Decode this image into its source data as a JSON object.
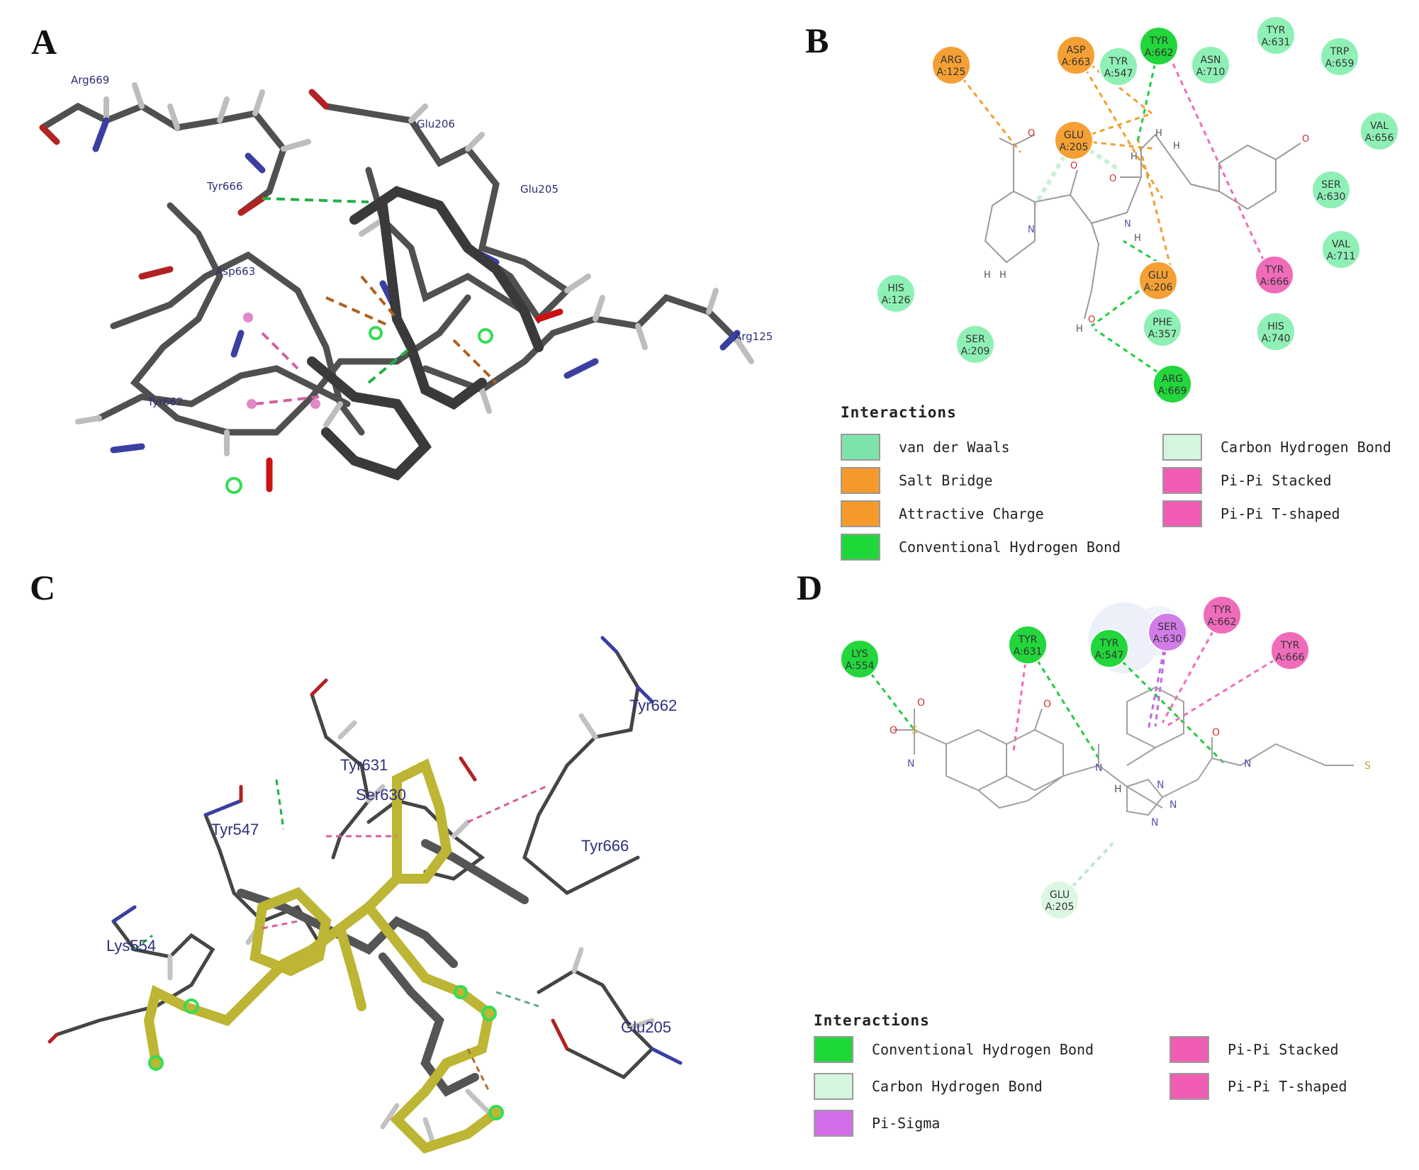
{
  "panels": {
    "a": {
      "letter": "A",
      "residues": [
        "Arg669",
        "Glu206",
        "Tyr666",
        "Glu205",
        "Asp663",
        "Arg125",
        "Tyr662"
      ]
    },
    "b": {
      "letter": "B",
      "nodes": [
        {
          "id": "arg125",
          "line1": "ARG",
          "line2": "A:125",
          "type": "salt-bridge"
        },
        {
          "id": "asp663",
          "line1": "ASP",
          "line2": "A:663",
          "type": "salt-bridge"
        },
        {
          "id": "tyr547",
          "line1": "TYR",
          "line2": "A:547",
          "type": "vdw"
        },
        {
          "id": "tyr662",
          "line1": "TYR",
          "line2": "A:662",
          "type": "hbond"
        },
        {
          "id": "asn710",
          "line1": "ASN",
          "line2": "A:710",
          "type": "vdw"
        },
        {
          "id": "tyr631",
          "line1": "TYR",
          "line2": "A:631",
          "type": "vdw"
        },
        {
          "id": "trp659",
          "line1": "TRP",
          "line2": "A:659",
          "type": "vdw"
        },
        {
          "id": "glu205",
          "line1": "GLU",
          "line2": "A:205",
          "type": "salt-bridge"
        },
        {
          "id": "val656",
          "line1": "VAL",
          "line2": "A:656",
          "type": "vdw"
        },
        {
          "id": "ser630",
          "line1": "SER",
          "line2": "A:630",
          "type": "vdw"
        },
        {
          "id": "val711",
          "line1": "VAL",
          "line2": "A:711",
          "type": "vdw"
        },
        {
          "id": "his126",
          "line1": "HIS",
          "line2": "A:126",
          "type": "vdw"
        },
        {
          "id": "glu206",
          "line1": "GLU",
          "line2": "A:206",
          "type": "salt-bridge"
        },
        {
          "id": "tyr666",
          "line1": "TYR",
          "line2": "A:666",
          "type": "pi-pi"
        },
        {
          "id": "phe357",
          "line1": "PHE",
          "line2": "A:357",
          "type": "vdw"
        },
        {
          "id": "his740",
          "line1": "HIS",
          "line2": "A:740",
          "type": "vdw"
        },
        {
          "id": "ser209",
          "line1": "SER",
          "line2": "A:209",
          "type": "vdw"
        },
        {
          "id": "arg669",
          "line1": "ARG",
          "line2": "A:669",
          "type": "hbond"
        }
      ],
      "atoms": [
        "O",
        "H",
        "H",
        "H",
        "H",
        "H",
        "O",
        "O",
        "O",
        "N",
        "N",
        "H",
        "O",
        "H"
      ],
      "legend": {
        "title": "Interactions",
        "items": [
          {
            "label": "van der Waals",
            "color": "#7ee3ab"
          },
          {
            "label": "Salt Bridge",
            "color": "#f59a2a"
          },
          {
            "label": "Attractive Charge",
            "color": "#f59a2a"
          },
          {
            "label": "Conventional Hydrogen Bond",
            "color": "#1ed83a"
          },
          {
            "label": "Carbon Hydrogen Bond",
            "color": "#d4f5de"
          },
          {
            "label": "Pi-Pi Stacked",
            "color": "#f05cb4"
          },
          {
            "label": "Pi-Pi T-shaped",
            "color": "#f05cb4"
          }
        ]
      }
    },
    "c": {
      "letter": "C",
      "residues": [
        "Tyr662",
        "Tyr631",
        "Ser630",
        "Tyr547",
        "Tyr666",
        "Lys554",
        "Glu205"
      ]
    },
    "d": {
      "letter": "D",
      "nodes": [
        {
          "id": "ser630",
          "line1": "SER",
          "line2": "A:630",
          "type": "pi-sigma"
        },
        {
          "id": "tyr662",
          "line1": "TYR",
          "line2": "A:662",
          "type": "pi-pi"
        },
        {
          "id": "tyr631",
          "line1": "TYR",
          "line2": "A:631",
          "type": "hbond"
        },
        {
          "id": "tyr547",
          "line1": "TYR",
          "line2": "A:547",
          "type": "hbond"
        },
        {
          "id": "tyr666",
          "line1": "TYR",
          "line2": "A:666",
          "type": "pi-pi"
        },
        {
          "id": "lys554",
          "line1": "LYS",
          "line2": "A:554",
          "type": "hbond"
        },
        {
          "id": "glu205",
          "line1": "GLU",
          "line2": "A:205",
          "type": "carbon-h"
        }
      ],
      "atoms": [
        "O",
        "S",
        "O",
        "N",
        "O",
        "N",
        "O",
        "N",
        "S",
        "N",
        "N",
        "N",
        "H"
      ],
      "legend": {
        "title": "Interactions",
        "items": [
          {
            "label": "Conventional Hydrogen Bond",
            "color": "#1ed83a"
          },
          {
            "label": "Carbon Hydrogen Bond",
            "color": "#d4f5de"
          },
          {
            "label": "Pi-Sigma",
            "color": "#d36ee8"
          },
          {
            "label": "Pi-Pi Stacked",
            "color": "#f05cb4"
          },
          {
            "label": "Pi-Pi T-shaped",
            "color": "#f05cb4"
          }
        ]
      }
    }
  },
  "colors": {
    "vdw": "#8ff0b6",
    "salt_bridge": "#f5a035",
    "hbond": "#22d63b",
    "carbon_h": "#dcf7e4",
    "pi_pi": "#f06cbb",
    "pi_sigma": "#d27ce8",
    "residue_label": "#2d2f73",
    "ligand_c": "#c9c23a"
  }
}
